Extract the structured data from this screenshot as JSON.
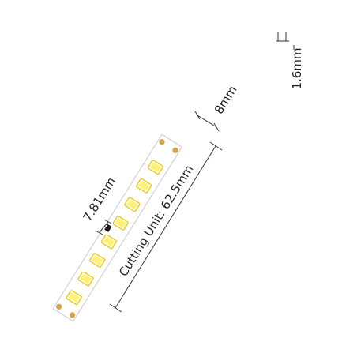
{
  "dimensions": {
    "width_label": "8mm",
    "thickness_label": "1.6mm",
    "led_pitch_label": "7.81mm",
    "cutting_unit_label": "Cutting Unit: 62.5mm"
  },
  "strip": {
    "led_count": 8,
    "component_count": 1,
    "solder_pad_groups": 2,
    "colors": {
      "pcb": "#ffffff",
      "outline": "#c9c9c9",
      "led_body": "#fffef8",
      "led_phosphor": "#fff176",
      "led_edge": "#e5c200",
      "solder_pad": "#d4a24c",
      "component": "#1a1a1a"
    }
  },
  "colors": {
    "dimension_line": "#333333",
    "text": "#222222"
  }
}
